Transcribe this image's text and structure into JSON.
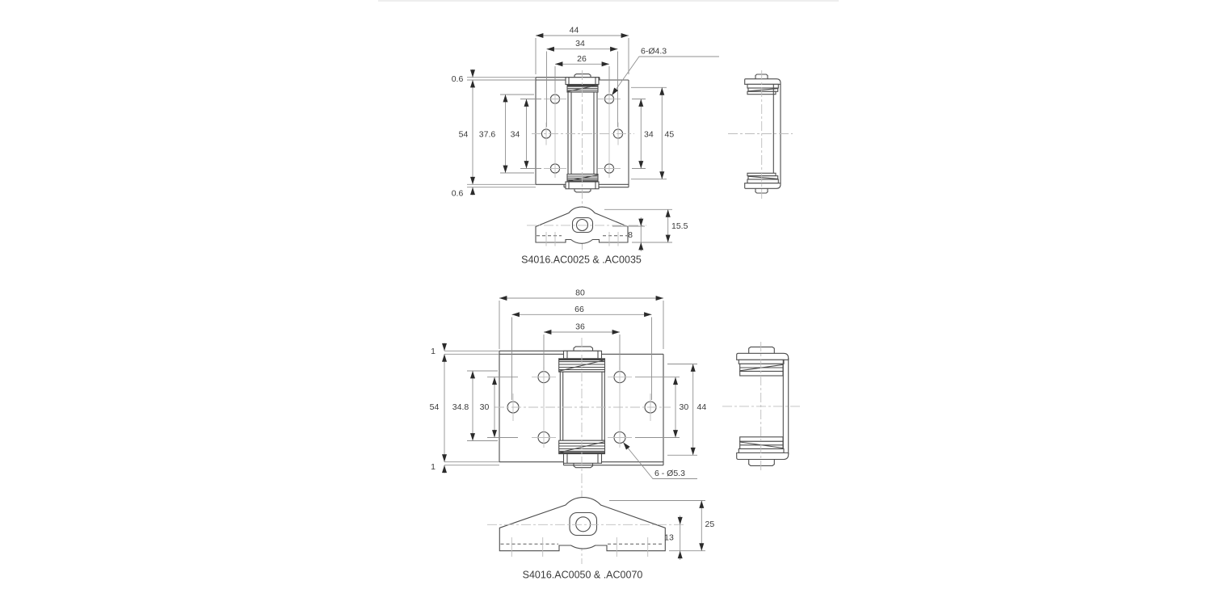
{
  "drawing": {
    "hinge1": {
      "label": "S4016.AC0025 & .AC0035",
      "front": {
        "width_outer": "44",
        "width_mid": "34",
        "width_inner": "26",
        "step_top": "0.6",
        "step_bottom": "0.6",
        "height_outer": "54",
        "height_mid": "37.6",
        "holes_left": "34",
        "holes_right": "34",
        "leaf_height": "45",
        "holes_callout": "6-Ø4.3"
      },
      "bottom": {
        "center_to_base": "8",
        "total_height": "15.5"
      }
    },
    "hinge2": {
      "label": "S4016.AC0050 & .AC0070",
      "front": {
        "width_outer": "80",
        "width_mid": "66",
        "width_inner": "36",
        "step_top": "1",
        "step_bottom": "1",
        "height_outer": "54",
        "height_mid": "34.8",
        "holes_left": "30",
        "holes_right": "30",
        "leaf_height": "44",
        "holes_callout": "6 - Ø5.3"
      },
      "bottom": {
        "center_to_base": "13",
        "total_height": "25"
      }
    }
  }
}
